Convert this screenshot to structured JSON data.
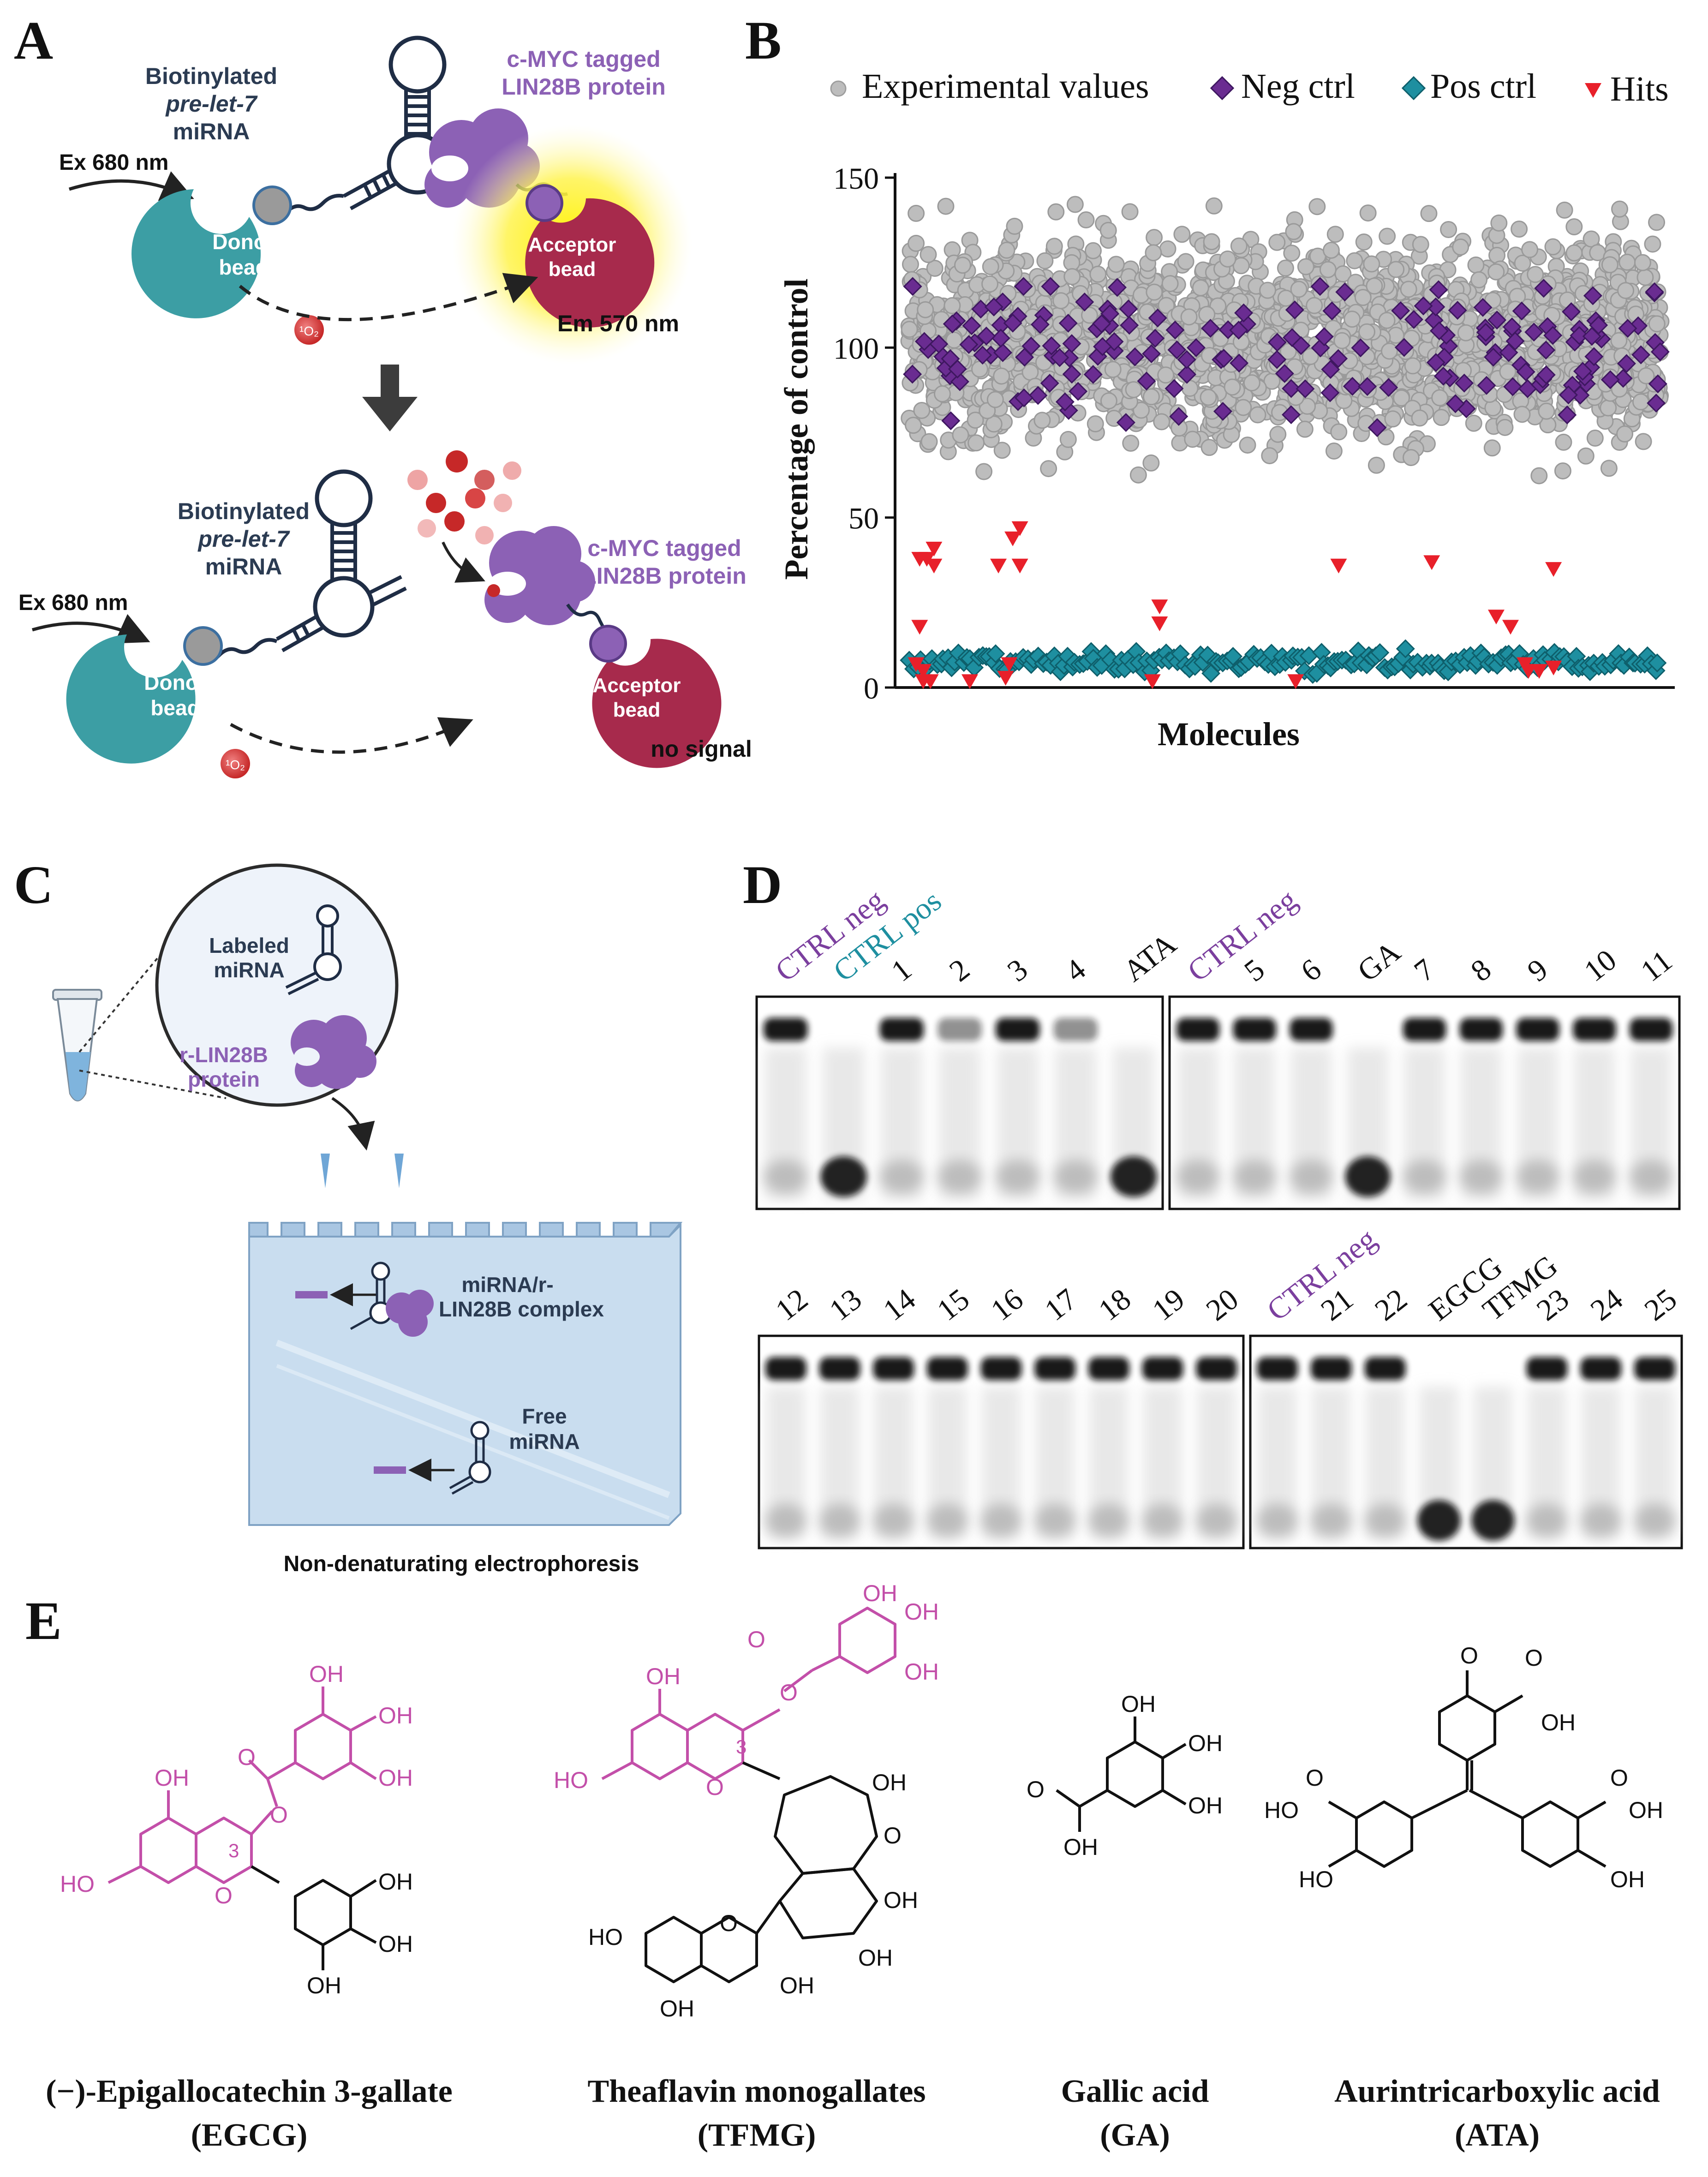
{
  "panels": {
    "A": "A",
    "B": "B",
    "C": "C",
    "D": "D",
    "E": "E"
  },
  "panelA": {
    "top": {
      "mirna_line1": "Biotinylated",
      "mirna_line2": "pre-let-7",
      "mirna_line3": "miRNA",
      "protein_line1": "c-MYC tagged",
      "protein_line2": "LIN28B protein",
      "excitation": "Ex 680 nm",
      "donor_line1": "Donor",
      "donor_line2": "bead",
      "acceptor_line1": "Acceptor",
      "acceptor_line2": "bead",
      "emission": "Em 570 nm",
      "singlet_oxygen": "¹O₂"
    },
    "bottom": {
      "mirna_line1": "Biotinylated",
      "mirna_line2": "pre-let-7",
      "mirna_line3": "miRNA",
      "protein_line1": "c-MYC tagged",
      "protein_line2": "LIN28B protein",
      "excitation": "Ex 680 nm",
      "donor_line1": "Donor",
      "donor_line2": "bead",
      "acceptor_line1": "Acceptor",
      "acceptor_line2": "bead",
      "no_signal": "no signal",
      "singlet_oxygen": "¹O₂"
    },
    "colors": {
      "donor": "#3c9ea4",
      "acceptor": "#a72a4c",
      "protein": "#8c61b5",
      "glow": "#fff200",
      "text_dark": "#2b3b52"
    }
  },
  "chart_data": {
    "type": "scatter",
    "title": "",
    "xlabel": "Molecules",
    "ylabel": "Percentage of control",
    "ylim": [
      0,
      150
    ],
    "yticks": [
      "0",
      "50",
      "100",
      "150"
    ],
    "grid": false,
    "legend_position": "top",
    "series": [
      {
        "name": "Experimental values",
        "marker": "circle",
        "color": "#bdbdbd",
        "approx_count": 2200,
        "typical_range": [
          75,
          130
        ]
      },
      {
        "name": "Neg ctrl",
        "marker": "diamond",
        "color": "#6a2c91",
        "approx_count": 180,
        "typical_range": [
          72,
          118
        ]
      },
      {
        "name": "Pos ctrl",
        "marker": "diamond",
        "color": "#1e8fa0",
        "approx_count": 200,
        "typical_range": [
          4,
          11
        ]
      },
      {
        "name": "Hits",
        "marker": "triangle-down",
        "color": "#e8202a",
        "points": [
          [
            2,
            7
          ],
          [
            3,
            18
          ],
          [
            3,
            38
          ],
          [
            4,
            2
          ],
          [
            4,
            5
          ],
          [
            5,
            38
          ],
          [
            6,
            2
          ],
          [
            7,
            41
          ],
          [
            7,
            36
          ],
          [
            17,
            2
          ],
          [
            25,
            36
          ],
          [
            27,
            3
          ],
          [
            28,
            7
          ],
          [
            29,
            44
          ],
          [
            31,
            36
          ],
          [
            31,
            47
          ],
          [
            68,
            2
          ],
          [
            70,
            19
          ],
          [
            70,
            24
          ],
          [
            108,
            2
          ],
          [
            120,
            36
          ],
          [
            146,
            37
          ],
          [
            164,
            21
          ],
          [
            168,
            18
          ],
          [
            172,
            7
          ],
          [
            173,
            5
          ],
          [
            176,
            5
          ],
          [
            180,
            6
          ],
          [
            180,
            35
          ]
        ]
      }
    ],
    "xlim": [
      0,
      210
    ]
  },
  "panelC": {
    "labeled_line1": "Labeled",
    "labeled_line2": "miRNA",
    "protein_line1": "r-LIN28B",
    "protein_line2": "protein",
    "complex_line1": "miRNA/r-",
    "complex_line2": "LIN28B complex",
    "free_line1": "Free",
    "free_line2": "miRNA",
    "caption": "Non-denaturating electrophoresis"
  },
  "panelD": {
    "gel1": {
      "lanes": [
        {
          "label": "CTRL neg",
          "color": "#7b3f9e",
          "band": "upper"
        },
        {
          "label": "CTRL pos",
          "color": "#1e8fa0",
          "band": "lower"
        },
        {
          "label": "1",
          "color": "#111111",
          "band": "upper"
        },
        {
          "label": "2",
          "color": "#111111",
          "band": "upper-faint"
        },
        {
          "label": "3",
          "color": "#111111",
          "band": "upper"
        },
        {
          "label": "4",
          "color": "#111111",
          "band": "upper-faint"
        },
        {
          "label": "ATA",
          "color": "#111111",
          "band": "lower"
        }
      ]
    },
    "gel2": {
      "lanes": [
        {
          "label": "CTRL neg",
          "color": "#7b3f9e",
          "band": "upper"
        },
        {
          "label": "5",
          "color": "#111111",
          "band": "upper"
        },
        {
          "label": "6",
          "color": "#111111",
          "band": "upper"
        },
        {
          "label": "GA",
          "color": "#111111",
          "band": "lower"
        },
        {
          "label": "7",
          "color": "#111111",
          "band": "upper"
        },
        {
          "label": "8",
          "color": "#111111",
          "band": "upper"
        },
        {
          "label": "9",
          "color": "#111111",
          "band": "upper"
        },
        {
          "label": "10",
          "color": "#111111",
          "band": "upper"
        },
        {
          "label": "11",
          "color": "#111111",
          "band": "upper"
        }
      ]
    },
    "gel3": {
      "lanes": [
        {
          "label": "12",
          "color": "#111111",
          "band": "upper"
        },
        {
          "label": "13",
          "color": "#111111",
          "band": "upper"
        },
        {
          "label": "14",
          "color": "#111111",
          "band": "upper"
        },
        {
          "label": "15",
          "color": "#111111",
          "band": "upper"
        },
        {
          "label": "16",
          "color": "#111111",
          "band": "upper"
        },
        {
          "label": "17",
          "color": "#111111",
          "band": "upper"
        },
        {
          "label": "18",
          "color": "#111111",
          "band": "upper"
        },
        {
          "label": "19",
          "color": "#111111",
          "band": "upper"
        },
        {
          "label": "20",
          "color": "#111111",
          "band": "upper"
        }
      ]
    },
    "gel4": {
      "lanes": [
        {
          "label": "CTRL neg",
          "color": "#7b3f9e",
          "band": "upper"
        },
        {
          "label": "21",
          "color": "#111111",
          "band": "upper"
        },
        {
          "label": "22",
          "color": "#111111",
          "band": "upper"
        },
        {
          "label": "EGCG",
          "color": "#111111",
          "band": "lower"
        },
        {
          "label": "TFMG",
          "color": "#111111",
          "band": "lower"
        },
        {
          "label": "23",
          "color": "#111111",
          "band": "upper"
        },
        {
          "label": "24",
          "color": "#111111",
          "band": "upper"
        },
        {
          "label": "25",
          "color": "#111111",
          "band": "upper"
        }
      ]
    }
  },
  "panelE": {
    "compounds": [
      {
        "name": "(−)-Epigallocatechin 3-gallate",
        "abbr": "(EGCG)"
      },
      {
        "name": "Theaflavin monogallates",
        "abbr": "(TFMG)"
      },
      {
        "name": "Gallic acid",
        "abbr": "(GA)"
      },
      {
        "name": "Aurintricarboxylic acid",
        "abbr": "(ATA)"
      }
    ],
    "atoms": {
      "oh": "OH",
      "ho": "HO",
      "o": "O",
      "three": "3"
    },
    "colors": {
      "gallate": "#c34fa9",
      "core": "#111111"
    }
  }
}
